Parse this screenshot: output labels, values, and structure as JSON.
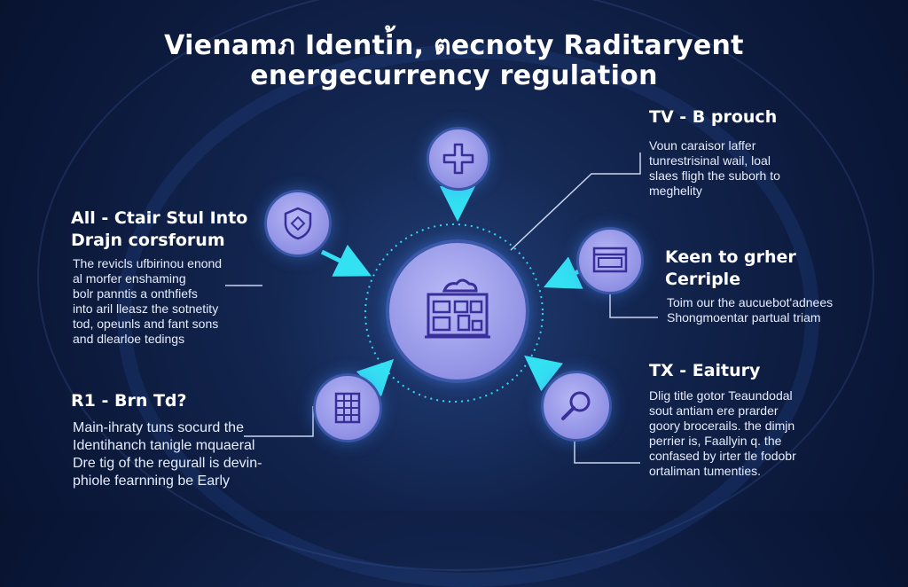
{
  "title": {
    "line1": "Vienamภ Identi้n, ตecnoty Raditaryent",
    "line2": "energecurrency regulation"
  },
  "center": {
    "icon": "building-server-icon"
  },
  "nodes": [
    {
      "id": "top",
      "icon": "plus-cross-icon"
    },
    {
      "id": "left",
      "icon": "shield-badge-icon"
    },
    {
      "id": "right",
      "icon": "browser-window-icon"
    },
    {
      "id": "bottom-left",
      "icon": "document-grid-icon"
    },
    {
      "id": "bottom-right",
      "icon": "magnifier-icon"
    }
  ],
  "sections": {
    "top_right": {
      "heading": "TV - B prouch",
      "lines": [
        "Voun caraisor laffer",
        "tunrestrisinal wail, loal",
        "slaes fligh the suborh to",
        "meghelity"
      ]
    },
    "left": {
      "heading1": "All - Ctair Stul Into",
      "heading2": "Drajn corsforum",
      "lines": [
        "The revicls ufbirinou enond",
        "al morfer enshaming",
        "bolr panntis a onthfiefs",
        "into aril lleasz the sotnetity",
        "tod, opeunls and fant sons",
        "and dlearloe tedings"
      ]
    },
    "right": {
      "heading1": "Keen to grher",
      "heading2": "Cerriple",
      "lines": [
        "Toim our the aucuebot'adnees",
        "Shongmoentar partual triam"
      ]
    },
    "bottom_left": {
      "heading": "R1 - Brn Td?",
      "lines": [
        "Main-ihraty tuns socurd the",
        "Identihanch tanigle mquaeral",
        "Dre tig of the regurall is devin-",
        "phiole fearnning be Early"
      ]
    },
    "bottom_right": {
      "heading": "TX - Eaitury",
      "lines": [
        "Dlig title gotor Teaundodal",
        "sout antiam ere prarder",
        "goory brocerails. the dimjn",
        "perrier is, Faallyin q. the",
        "confased by irter tle fodobr",
        "ortaliman tumenties."
      ]
    }
  },
  "colors": {
    "background": "#0c1a3d",
    "node_fill": "#8f90e4",
    "center_fill": "#9596e6",
    "arrow_cyan": "#33e1f2",
    "icon_stroke": "#3a2f9a",
    "connector": "#c9d5f0"
  }
}
